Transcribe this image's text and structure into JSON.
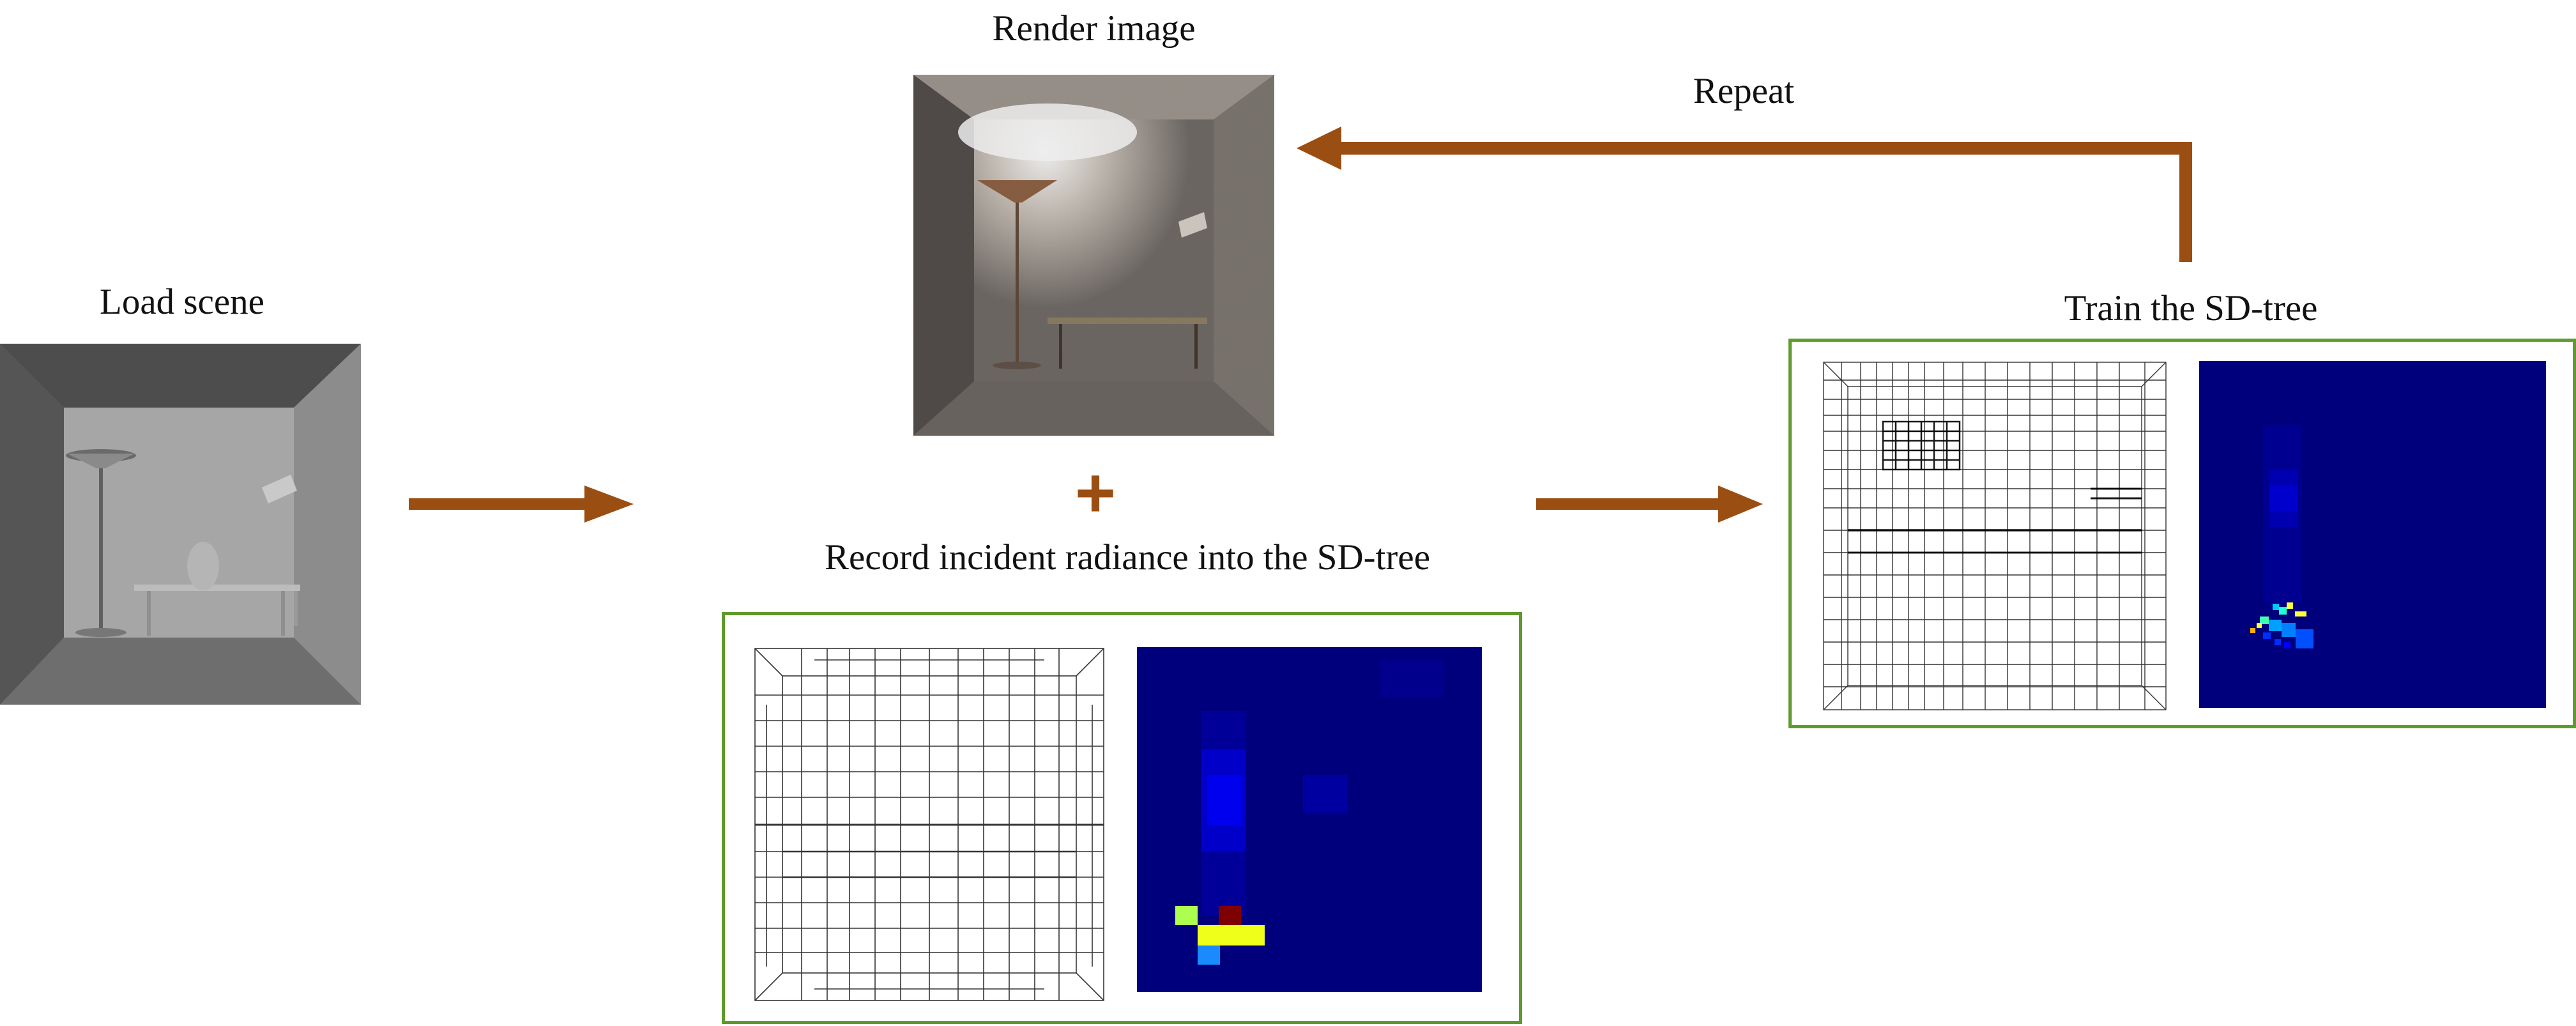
{
  "steps": {
    "load_scene": "Load scene",
    "render_image": "Render image",
    "record": "Record incident radiance into the SD-tree",
    "train": "Train the SD-tree",
    "repeat": "Repeat"
  },
  "plus_symbol": "+",
  "colors": {
    "arrow": "#9b4e12",
    "panel_border": "#5f9a2c",
    "heatmap_background": "#00007d"
  }
}
